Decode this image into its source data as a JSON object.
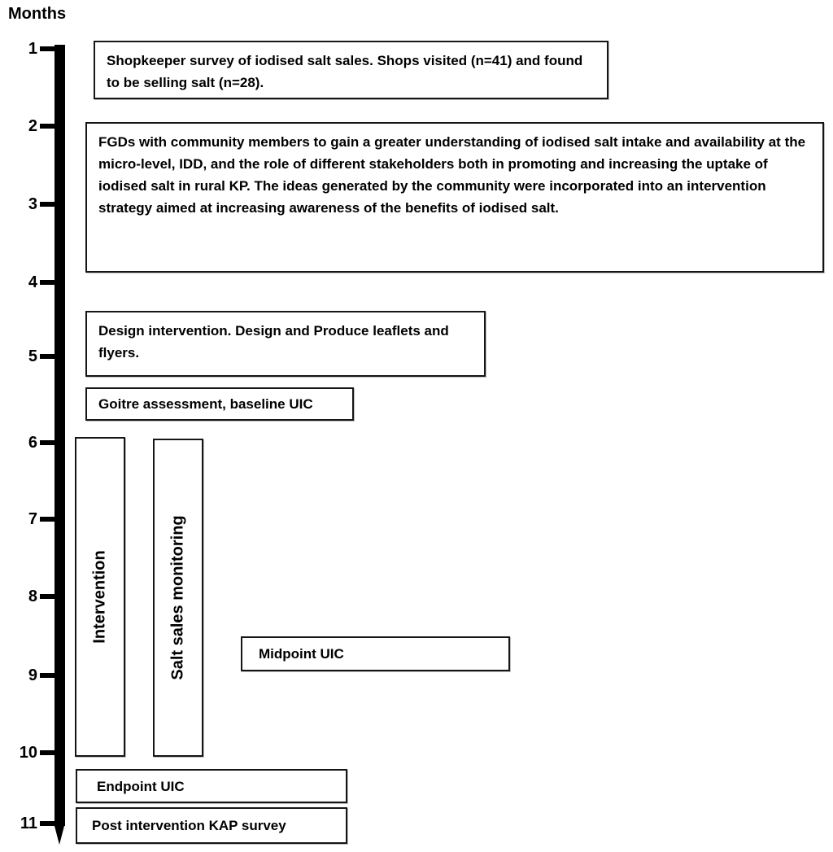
{
  "title": "Months",
  "timeline": {
    "axis_color": "#000000",
    "months": [
      "1",
      "2",
      "3",
      "4",
      "5",
      "6",
      "7",
      "8",
      "9",
      "10",
      "11"
    ]
  },
  "activities": {
    "shopkeeper": "Shopkeeper survey of iodised salt sales. Shops visited (n=41) and found to be selling salt (n=28).",
    "fgds": "FGDs with community members to gain a greater understanding of iodised salt intake and availability at the micro-level, IDD, and the role of different stakeholders both in promoting and increasing the uptake of iodised salt in rural KP. The ideas generated by the community were incorporated into an intervention strategy aimed at increasing awareness of the benefits of iodised salt.",
    "design": "Design intervention. Design and Produce leaflets and flyers.",
    "goitre": "Goitre assessment, baseline UIC",
    "intervention": "Intervention",
    "salt_sales": "Salt sales monitoring",
    "midpoint": "Midpoint UIC",
    "endpoint": "Endpoint UIC",
    "post_kap": "Post intervention KAP survey"
  },
  "colors": {
    "ink": "#000000",
    "background": "#ffffff",
    "box_border": "#161616"
  }
}
